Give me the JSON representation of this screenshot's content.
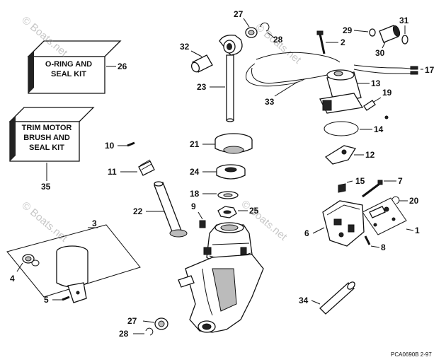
{
  "watermark": "© Boats.net",
  "kits": [
    {
      "lines": [
        "O-RING AND",
        "SEAL KIT"
      ],
      "callout": "26"
    },
    {
      "lines": [
        "TRIM MOTOR",
        "BRUSH AND",
        "SEAL KIT"
      ],
      "callout": "35"
    }
  ],
  "callouts": {
    "c1": "1",
    "c2": "2",
    "c3": "3",
    "c4": "4",
    "c5": "5",
    "c6": "6",
    "c7": "7",
    "c8": "8",
    "c9": "9",
    "c10": "10",
    "c11": "11",
    "c12": "12",
    "c13": "13",
    "c14": "14",
    "c15": "15",
    "c17": "17",
    "c18": "18",
    "c19": "19",
    "c20": "20",
    "c21": "21",
    "c22": "22",
    "c23": "23",
    "c24": "24",
    "c25": "25",
    "c27a": "27",
    "c27b": "27",
    "c28a": "28",
    "c28b": "28",
    "c29": "29",
    "c30": "30",
    "c31": "31",
    "c32": "32",
    "c33": "33",
    "c34": "34"
  },
  "diagram_code": "PCA0690B  2-97"
}
